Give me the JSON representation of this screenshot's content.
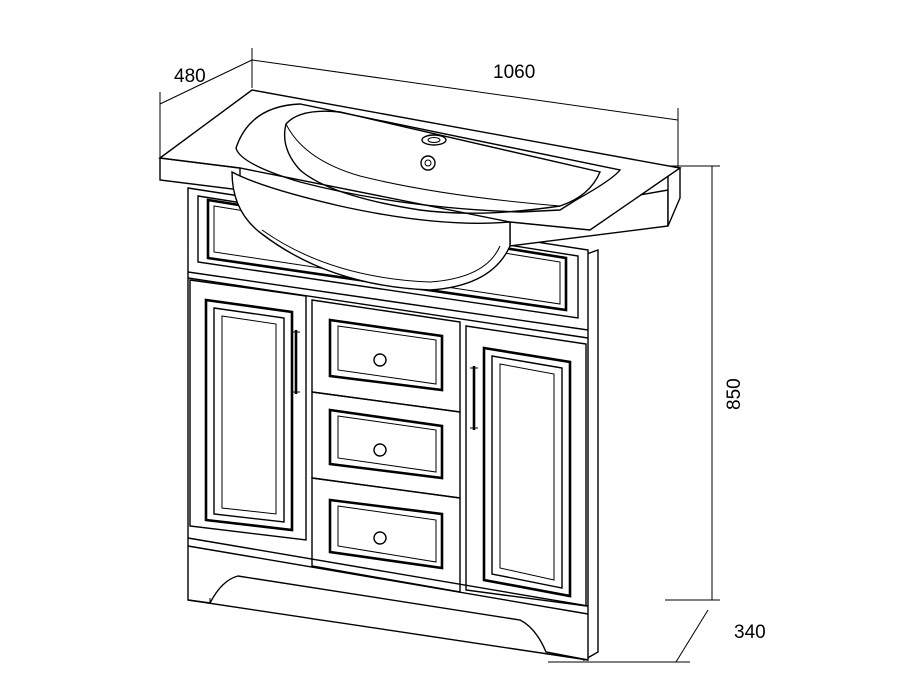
{
  "dimensions": {
    "depth": "480",
    "width": "1060",
    "height": "850",
    "cabinet_depth": "340"
  },
  "colors": {
    "line": "#000000",
    "background": "#ffffff"
  }
}
